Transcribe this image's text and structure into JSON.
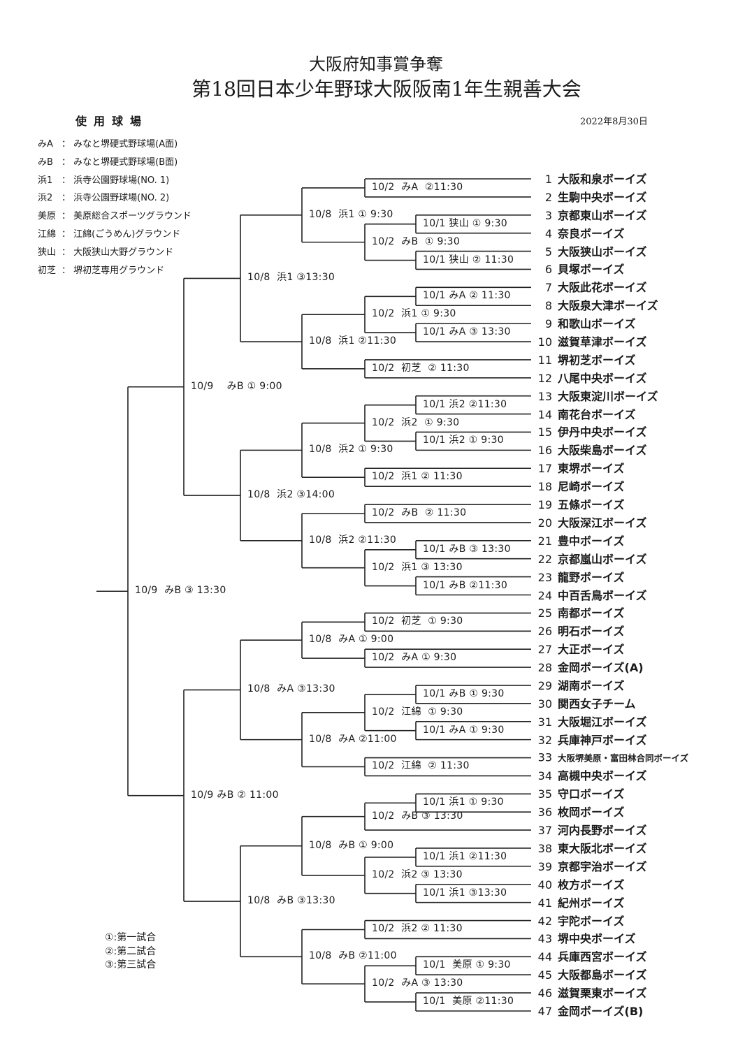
{
  "header": {
    "title_line1": "大阪府知事賞争奪",
    "title_line2": "第18回日本少年野球大阪阪南1年生親善大会",
    "date": "2022年8月30日"
  },
  "venues": {
    "heading": "使用球場",
    "items": [
      {
        "code": "みA",
        "name": "みなと堺硬式野球場(A面)"
      },
      {
        "code": "みB",
        "name": "みなと堺硬式野球場(B面)"
      },
      {
        "code": "浜1",
        "name": "浜寺公園野球場(NO. 1)"
      },
      {
        "code": "浜2",
        "name": "浜寺公園野球場(NO. 2)"
      },
      {
        "code": "美原",
        "name": "美原総合スポーツグラウンド"
      },
      {
        "code": "江綿",
        "name": "江綿(ごうめん)グラウンド"
      },
      {
        "code": "狭山",
        "name": "大阪狭山大野グラウンド"
      },
      {
        "code": "初芝",
        "name": "堺初芝専用グラウンド"
      }
    ]
  },
  "legend": [
    "①:第一試合",
    "②:第二試合",
    "③:第三試合"
  ],
  "teams": [
    {
      "no": "1",
      "name": "大阪和泉ボーイズ"
    },
    {
      "no": "2",
      "name": "生駒中央ボーイズ"
    },
    {
      "no": "3",
      "name": "京都東山ボーイズ"
    },
    {
      "no": "4",
      "name": "奈良ボーイズ"
    },
    {
      "no": "5",
      "name": "大阪狭山ボーイズ"
    },
    {
      "no": "6",
      "name": "貝塚ボーイズ"
    },
    {
      "no": "7",
      "name": "大阪此花ボーイズ"
    },
    {
      "no": "8",
      "name": "大阪泉大津ボーイズ"
    },
    {
      "no": "9",
      "name": "和歌山ボーイズ"
    },
    {
      "no": "10",
      "name": "滋賀草津ボーイズ"
    },
    {
      "no": "11",
      "name": "堺初芝ボーイズ"
    },
    {
      "no": "12",
      "name": "八尾中央ボーイズ"
    },
    {
      "no": "13",
      "name": "大阪東淀川ボーイズ"
    },
    {
      "no": "14",
      "name": "南花台ボーイズ"
    },
    {
      "no": "15",
      "name": "伊丹中央ボーイズ"
    },
    {
      "no": "16",
      "name": "大阪柴島ボーイズ"
    },
    {
      "no": "17",
      "name": "東堺ボーイズ"
    },
    {
      "no": "18",
      "name": "尼崎ボーイズ"
    },
    {
      "no": "19",
      "name": "五條ボーイズ"
    },
    {
      "no": "20",
      "name": "大阪深江ボーイズ"
    },
    {
      "no": "21",
      "name": "豊中ボーイズ"
    },
    {
      "no": "22",
      "name": "京都嵐山ボーイズ"
    },
    {
      "no": "23",
      "name": "龍野ボーイズ"
    },
    {
      "no": "24",
      "name": "中百舌鳥ボーイズ"
    },
    {
      "no": "25",
      "name": "南都ボーイズ"
    },
    {
      "no": "26",
      "name": "明石ボーイズ"
    },
    {
      "no": "27",
      "name": "大正ボーイズ"
    },
    {
      "no": "28",
      "name": "金岡ボーイズ(A)"
    },
    {
      "no": "29",
      "name": "湖南ボーイズ"
    },
    {
      "no": "30",
      "name": "関西女子チーム"
    },
    {
      "no": "31",
      "name": "大阪堀江ボーイズ"
    },
    {
      "no": "32",
      "name": "兵庫神戸ボーイズ"
    },
    {
      "no": "33",
      "name": "大阪堺美原・富田林合同ボーイズ"
    },
    {
      "no": "34",
      "name": "高槻中央ボーイズ"
    },
    {
      "no": "35",
      "name": "守口ボーイズ"
    },
    {
      "no": "36",
      "name": "枚岡ボーイズ"
    },
    {
      "no": "37",
      "name": "河内長野ボーイズ"
    },
    {
      "no": "38",
      "name": "東大阪北ボーイズ"
    },
    {
      "no": "39",
      "name": "京都宇治ボーイズ"
    },
    {
      "no": "40",
      "name": "枚方ボーイズ"
    },
    {
      "no": "41",
      "name": "紀州ボーイズ"
    },
    {
      "no": "42",
      "name": "宇陀ボーイズ"
    },
    {
      "no": "43",
      "name": "堺中央ボーイズ"
    },
    {
      "no": "44",
      "name": "兵庫西宮ボーイズ"
    },
    {
      "no": "45",
      "name": "大阪都島ボーイズ"
    },
    {
      "no": "46",
      "name": "滋賀栗東ボーイズ"
    },
    {
      "no": "47",
      "name": "金岡ボーイズ(B)"
    }
  ],
  "bracket": {
    "label": "10/9  みB ③ 13:30",
    "round": 5,
    "children": [
      {
        "label": "10/9    みB ① 9:00",
        "round": 4,
        "children": [
          {
            "label": "10/8  浜1 ③13:30",
            "round": 3,
            "children": [
              {
                "label": "10/8  浜1 ① 9:30",
                "round": 2,
                "children": [
                  {
                    "label": "10/2  みA  ②11:30",
                    "round": 1,
                    "children": [
                      {
                        "team": 0
                      },
                      {
                        "team": 1
                      }
                    ]
                  },
                  {
                    "label": "10/2  みB  ① 9:30",
                    "round": 1,
                    "children": [
                      {
                        "label": "10/1 狭山 ① 9:30",
                        "round": 0,
                        "children": [
                          {
                            "team": 2
                          },
                          {
                            "team": 3
                          }
                        ]
                      },
                      {
                        "label": "10/1 狭山 ② 11:30",
                        "round": 0,
                        "children": [
                          {
                            "team": 4
                          },
                          {
                            "team": 5
                          }
                        ]
                      }
                    ]
                  }
                ]
              },
              {
                "label": "10/8  浜1 ②11:30",
                "round": 2,
                "children": [
                  {
                    "label": "10/2  浜1 ① 9:30",
                    "round": 1,
                    "children": [
                      {
                        "label": "10/1 みA ② 11:30",
                        "round": 0,
                        "children": [
                          {
                            "team": 6
                          },
                          {
                            "team": 7
                          }
                        ]
                      },
                      {
                        "label": "10/1 みA ③ 13:30",
                        "round": 0,
                        "children": [
                          {
                            "team": 8
                          },
                          {
                            "team": 9
                          }
                        ]
                      }
                    ]
                  },
                  {
                    "label": "10/2  初芝  ② 11:30",
                    "round": 1,
                    "children": [
                      {
                        "team": 10
                      },
                      {
                        "team": 11
                      }
                    ]
                  }
                ]
              }
            ]
          },
          {
            "label": "10/8  浜2 ③14:00",
            "round": 3,
            "children": [
              {
                "label": "10/8  浜2 ① 9:30",
                "round": 2,
                "children": [
                  {
                    "label": "10/2  浜2  ① 9:30",
                    "round": 1,
                    "children": [
                      {
                        "label": "10/1 浜2 ②11:30",
                        "round": 0,
                        "children": [
                          {
                            "team": 12
                          },
                          {
                            "team": 13
                          }
                        ]
                      },
                      {
                        "label": "10/1 浜2 ① 9:30",
                        "round": 0,
                        "children": [
                          {
                            "team": 14
                          },
                          {
                            "team": 15
                          }
                        ]
                      }
                    ]
                  },
                  {
                    "label": "10/2  浜1 ② 11:30",
                    "round": 1,
                    "children": [
                      {
                        "team": 16
                      },
                      {
                        "team": 17
                      }
                    ]
                  }
                ]
              },
              {
                "label": "10/8  浜2 ②11:30",
                "round": 2,
                "children": [
                  {
                    "label": "10/2  みB  ② 11:30",
                    "round": 1,
                    "children": [
                      {
                        "team": 18
                      },
                      {
                        "team": 19
                      }
                    ]
                  },
                  {
                    "label": "10/2  浜1 ③ 13:30",
                    "round": 1,
                    "children": [
                      {
                        "label": "10/1 みB ③ 13:30",
                        "round": 0,
                        "children": [
                          {
                            "team": 20
                          },
                          {
                            "team": 21
                          }
                        ]
                      },
                      {
                        "label": "10/1 みB ②11:30",
                        "round": 0,
                        "children": [
                          {
                            "team": 22
                          },
                          {
                            "team": 23
                          }
                        ]
                      }
                    ]
                  }
                ]
              }
            ]
          }
        ]
      },
      {
        "label": "10/9 みB ② 11:00",
        "round": 4,
        "children": [
          {
            "label": "10/8  みA ③13:30",
            "round": 3,
            "children": [
              {
                "label": "10/8  みA ① 9:00",
                "round": 2,
                "children": [
                  {
                    "label": "10/2  初芝  ① 9:30",
                    "round": 1,
                    "children": [
                      {
                        "team": 24
                      },
                      {
                        "team": 25
                      }
                    ]
                  },
                  {
                    "label": "10/2  みA ① 9:30",
                    "round": 1,
                    "children": [
                      {
                        "team": 26
                      },
                      {
                        "team": 27
                      }
                    ]
                  }
                ]
              },
              {
                "label": "10/8  みA ②11:00",
                "round": 2,
                "children": [
                  {
                    "label": "10/2  江綿  ① 9:30",
                    "round": 1,
                    "children": [
                      {
                        "label": "10/1 みB ① 9:30",
                        "round": 0,
                        "children": [
                          {
                            "team": 28
                          },
                          {
                            "team": 29
                          }
                        ]
                      },
                      {
                        "label": "10/1 みA ① 9:30",
                        "round": 0,
                        "children": [
                          {
                            "team": 30
                          },
                          {
                            "team": 31
                          }
                        ]
                      }
                    ]
                  },
                  {
                    "label": "10/2  江綿  ② 11:30",
                    "round": 1,
                    "children": [
                      {
                        "team": 32
                      },
                      {
                        "team": 33
                      }
                    ]
                  }
                ]
              }
            ]
          },
          {
            "label": "10/8  みB ③13:30",
            "round": 3,
            "children": [
              {
                "label": "10/8  みB ① 9:00",
                "round": 2,
                "children": [
                  {
                    "label": "10/2  みB ③ 13:30",
                    "round": 1,
                    "children": [
                      {
                        "label": "10/1 浜1 ① 9:30",
                        "round": 0,
                        "children": [
                          {
                            "team": 34
                          },
                          {
                            "team": 35
                          }
                        ]
                      },
                      {
                        "team": 36
                      }
                    ]
                  },
                  {
                    "label": "10/2  浜2 ③ 13:30",
                    "round": 1,
                    "children": [
                      {
                        "label": "10/1 浜1 ②11:30",
                        "round": 0,
                        "children": [
                          {
                            "team": 37
                          },
                          {
                            "team": 38
                          }
                        ]
                      },
                      {
                        "label": "10/1 浜1 ③13:30",
                        "round": 0,
                        "children": [
                          {
                            "team": 39
                          },
                          {
                            "team": 40
                          }
                        ]
                      }
                    ]
                  }
                ]
              },
              {
                "label": "10/8  みB ②11:00",
                "round": 2,
                "children": [
                  {
                    "label": "10/2  浜2 ② 11:30",
                    "round": 1,
                    "children": [
                      {
                        "team": 41
                      },
                      {
                        "team": 42
                      }
                    ]
                  },
                  {
                    "label": "10/2  みA ③ 13:30",
                    "round": 1,
                    "children": [
                      {
                        "label": "10/1  美原 ① 9:30",
                        "round": 0,
                        "children": [
                          {
                            "team": 43
                          },
                          {
                            "team": 44
                          }
                        ]
                      },
                      {
                        "label": "10/1  美原 ②11:30",
                        "round": 0,
                        "children": [
                          {
                            "team": 45
                          },
                          {
                            "team": 46
                          }
                        ]
                      }
                    ]
                  }
                ]
              }
            ]
          }
        ]
      }
    ]
  }
}
